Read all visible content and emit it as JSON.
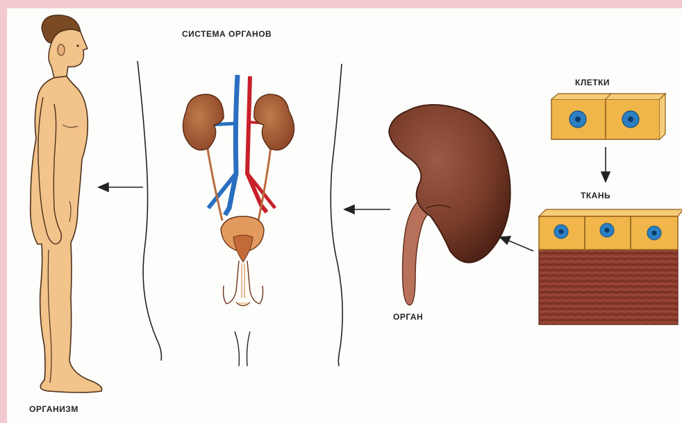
{
  "labels": {
    "organ_system": "СИСТЕМА ОРГАНОВ",
    "organism": "ОРГАНИЗМ",
    "organ": "ОРГАН",
    "cells": "КЛЕТКИ",
    "tissue": "ТКАНЬ"
  },
  "colors": {
    "frame": "#f4c9cf",
    "skin": "#f2c38a",
    "skin_outline": "#4a2f1a",
    "hair": "#7a4a24",
    "kidney": "#7a3d2a",
    "artery": "#c8202a",
    "vein": "#2a6fc0",
    "cell_fill": "#f0b64a",
    "nucleus": "#2b7fc2",
    "muscle": "#8a3a2c"
  }
}
